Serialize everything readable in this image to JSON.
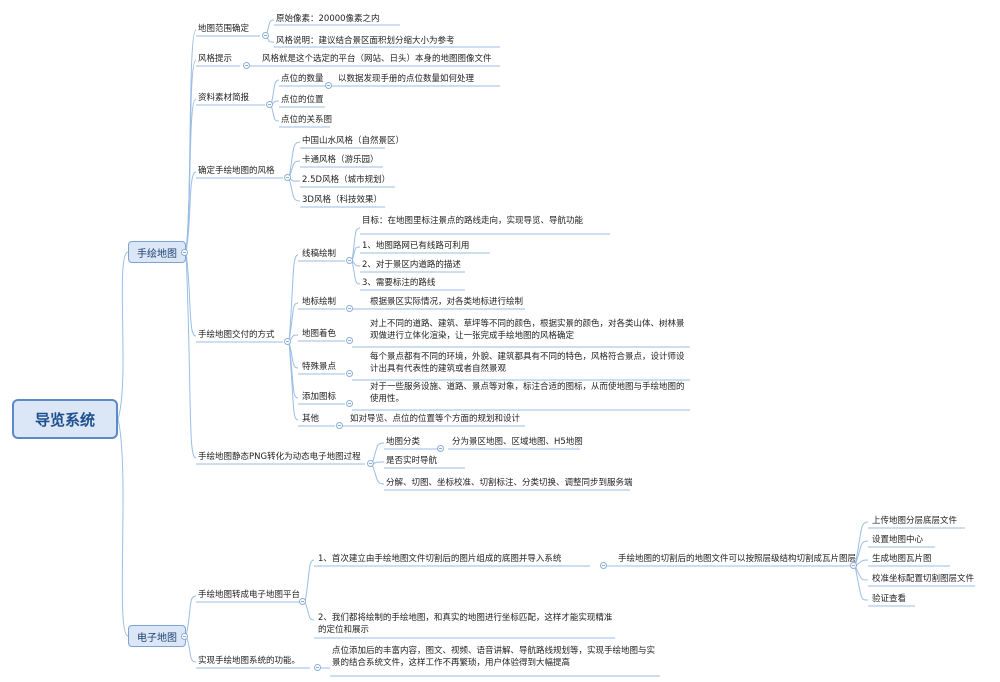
{
  "root": "导览系统",
  "branches": [
    {
      "label": "手绘地图",
      "children": [
        {
          "label": "地图范围确定",
          "children": [
            {
              "label": "原始像素：20000像素之内"
            },
            {
              "label": "风格说明：建议结合景区面积划分缩大小为参考"
            }
          ]
        },
        {
          "label": "风格提示",
          "children": [
            {
              "label": "风格就是这个选定的平台（网站、日头）本身的地图图像文件"
            }
          ]
        },
        {
          "label": "资料素材简报",
          "children": [
            {
              "label": "点位的数量",
              "children": [
                {
                  "label": "以数据发现手册的点位数量如何处理"
                }
              ]
            },
            {
              "label": "点位的位置"
            },
            {
              "label": "点位的关系图"
            }
          ]
        },
        {
          "label": "确定手绘地图的风格",
          "children": [
            {
              "label": "中国山水风格（自然景区）"
            },
            {
              "label": "卡通风格（游乐园）"
            },
            {
              "label": "2.5D风格（城市规划）"
            },
            {
              "label": "3D风格（科技效果）"
            }
          ]
        },
        {
          "label": "手绘地图交付的方式",
          "children": [
            {
              "label": "线稿绘制",
              "children": [
                {
                  "label": "目标：在地图里标注景点的路线走向，实现导览、导航功能"
                },
                {
                  "label": "1、地图路网已有线路可利用"
                },
                {
                  "label": "2、对于景区内道路的描述"
                },
                {
                  "label": "3、需要标注的路线"
                }
              ]
            },
            {
              "label": "地标绘制",
              "children": [
                {
                  "label": "根据景区实际情况，对各类地标进行绘制"
                }
              ]
            },
            {
              "label": "地图着色",
              "children": [
                {
                  "label": "对上不同的道路、建筑、草坪等不同的颜色，根据实景的颜色，对各类山体、树林景观做进行立体化渲染，让一张完成手绘地图的风格确定"
                }
              ]
            },
            {
              "label": "特殊景点",
              "children": [
                {
                  "label": "每个景点都有不同的环境，外貌、建筑都具有不同的特色，风格符合景点，设计师设计出具有代表性的建筑或者自然景观"
                }
              ]
            },
            {
              "label": "添加图标",
              "children": [
                {
                  "label": "对于一些服务设施、道路、景点等对象，标注合适的图标，从而使地图与手绘地图的使用性。"
                }
              ]
            },
            {
              "label": "其他",
              "children": [
                {
                  "label": "如对导览、点位的位置等个方面的规划和设计"
                }
              ]
            }
          ]
        },
        {
          "label": "手绘地图静态PNG转化为动态电子地图过程",
          "children": [
            {
              "label": "地图分类",
              "children": [
                {
                  "label": "分为景区地图、区域地图、H5地图"
                }
              ]
            },
            {
              "label": "是否实时导航"
            },
            {
              "label": "分解、切图、坐标校准、切割标注、分类切换、调整同步到服务端"
            }
          ]
        }
      ]
    },
    {
      "label": "电子地图",
      "children": [
        {
          "label": "手绘地图转成电子地图平台",
          "children": [
            {
              "label": "1、首次建立由手绘地图文件切割后的图片组成的底图并导入系统",
              "children": [
                {
                  "label": "手绘地图的切割后的地图文件可以按照层级结构切割成瓦片图层",
                  "children": [
                    {
                      "label": "上传地图分层底层文件"
                    },
                    {
                      "label": "设置地图中心"
                    },
                    {
                      "label": "生成地图瓦片图"
                    },
                    {
                      "label": "校准坐标配置切割图层文件"
                    },
                    {
                      "label": "验证查看"
                    }
                  ]
                }
              ]
            },
            {
              "label": "2、我们都将绘制的手绘地图，和真实的地图进行坐标匹配，这样才能实现精准的定位和展示"
            }
          ]
        },
        {
          "label": "实现手绘地图系统的功能。",
          "children": [
            {
              "label": "点位添加后的丰富内容，图文、视频、语音讲解、导航路线规划等，实现手绘地图与实景的结合系统文件，这样工作不再繁琐，用户体验得到大幅提高"
            }
          ]
        }
      ]
    }
  ]
}
